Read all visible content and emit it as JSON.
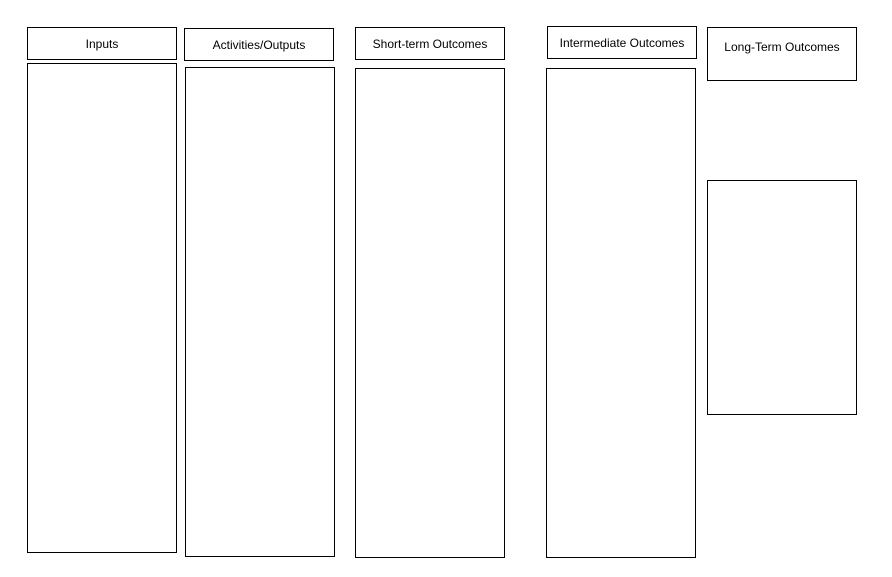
{
  "logic_model": {
    "columns": [
      {
        "header": "Inputs"
      },
      {
        "header": "Activities/Outputs"
      },
      {
        "header": "Short-term Outcomes"
      },
      {
        "header": "Intermediate Outcomes"
      },
      {
        "header": "Long-Term Outcomes"
      }
    ]
  },
  "colors": {
    "border": "#000000",
    "background": "#ffffff"
  }
}
